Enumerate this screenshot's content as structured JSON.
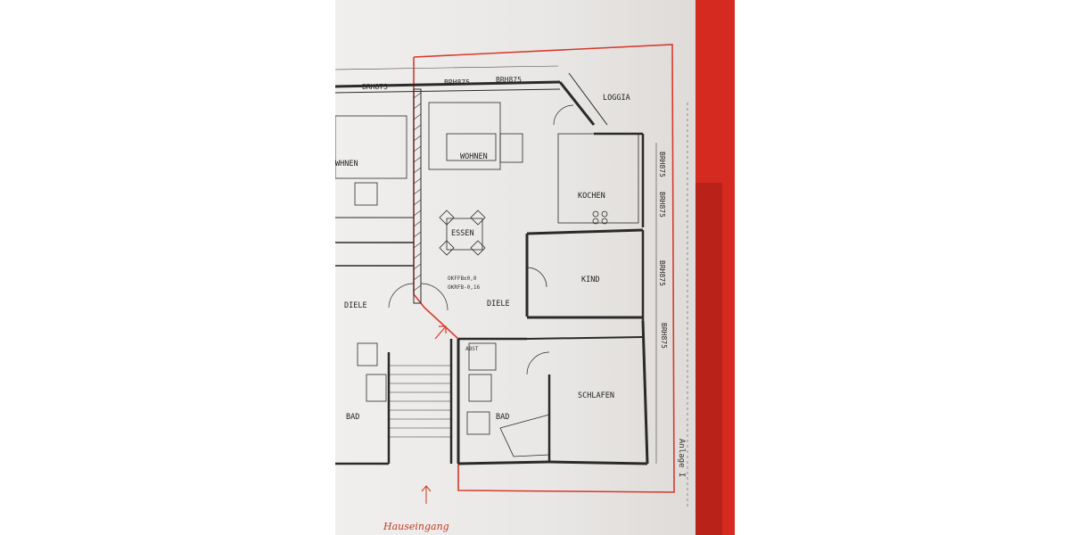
{
  "rooms": {
    "wohnen": "WOHNEN",
    "wohnen_left": "WHNEN",
    "loggia": "LOGGIA",
    "kochen": "KOCHEN",
    "essen": "ESSEN",
    "kind": "KIND",
    "diele_left": "DIELE",
    "diele": "DIELE",
    "schlafen": "SCHLAFEN",
    "bad_left": "BAD",
    "bad": "BAD",
    "abst": "ABST"
  },
  "window_labels": {
    "brh_top_1": "BRH875",
    "brh_top_2": "BRH875",
    "brh_top_3": "BRH875",
    "brh_right_1": "BRH875",
    "brh_right_2": "BRH875",
    "brh_right_3": "BRH875",
    "brh_right_4": "BRH875"
  },
  "levels": {
    "okffb": "OKFFB±0,0",
    "okrfb": "OKRFB-0,16"
  },
  "annotations": {
    "anlage": "Anlage I",
    "handwritten": "Hauseingang"
  },
  "colors": {
    "red_outline": "#d8392c",
    "red_band": "#d42a20",
    "ink": "#2a2a2a"
  }
}
